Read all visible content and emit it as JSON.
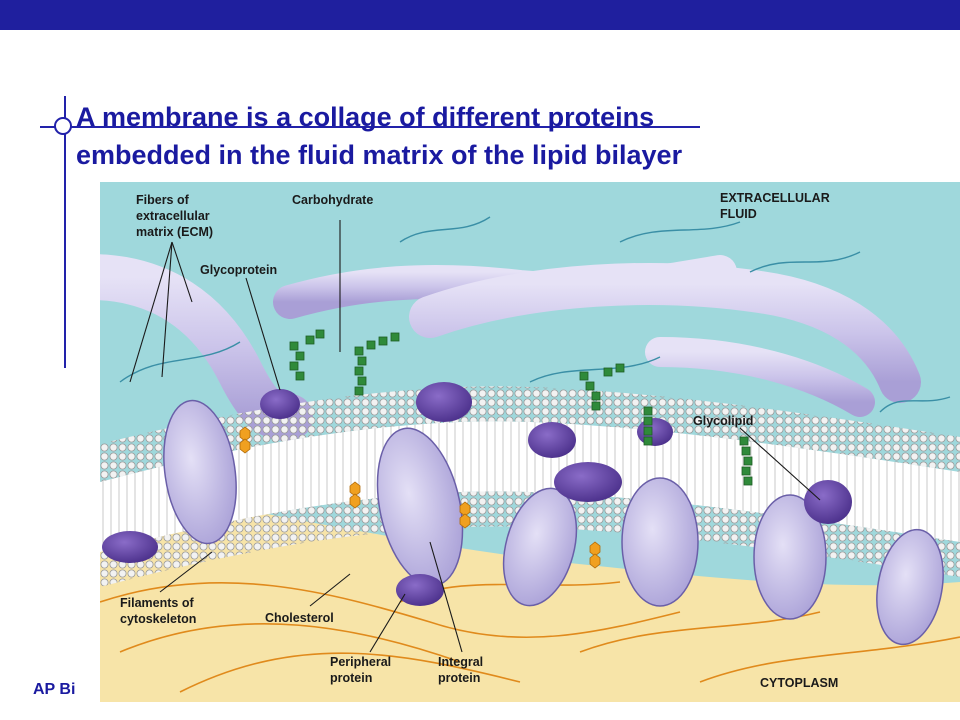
{
  "slide": {
    "title_line1": "A membrane is a collage of different proteins",
    "title_line2": "embedded in the fluid matrix of the lipid bilayer",
    "course_label": "AP Bi"
  },
  "labels": {
    "ecm": [
      "Fibers of",
      "extracellular",
      "matrix (ECM)"
    ],
    "carbohydrate": "Carbohydrate",
    "glycoprotein": "Glycoprotein",
    "extracellular_fluid": [
      "EXTRACELLULAR",
      "FLUID"
    ],
    "glycolipid": "Glycolipid",
    "filaments": [
      "Filaments of",
      "cytoskeleton"
    ],
    "cholesterol": "Cholesterol",
    "peripheral_protein": [
      "Peripheral",
      "protein"
    ],
    "integral_protein": [
      "Integral",
      "protein"
    ],
    "cytoplasm": "CYTOPLASM"
  },
  "colors": {
    "accent": "#1f1f9e",
    "extracellular": "#9fd8dc",
    "cytoplasm": "#f7e4a8",
    "protein": "#c8c3e6",
    "peripheral": "#5b3f9a",
    "carbohydrate": "#2f8a3a",
    "cholesterol": "#f0a020",
    "ecm_fiber": "#cfc8ec"
  }
}
